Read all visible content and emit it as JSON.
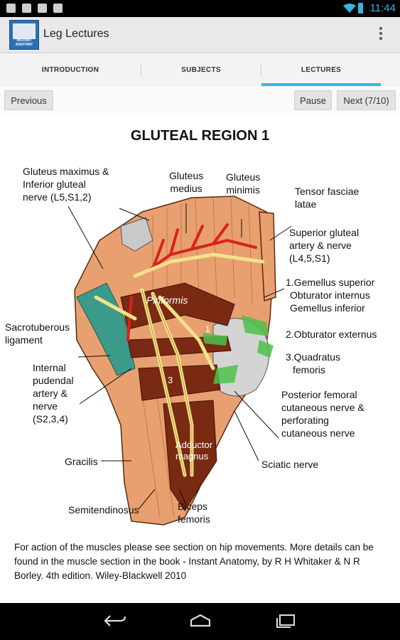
{
  "status_bar": {
    "time": "11:44"
  },
  "action_bar": {
    "title": "Leg Lectures",
    "icon_caption": "INSTANT ANATOMY"
  },
  "tabs": [
    {
      "label": "INTRODUCTION"
    },
    {
      "label": "SUBJECTS"
    },
    {
      "label": "LECTURES"
    }
  ],
  "nav": {
    "previous": "Previous",
    "pause": "Pause",
    "next": "Next (7/10)"
  },
  "diagram": {
    "title": "GLUTEAL REGION 1",
    "inset_labels": {
      "piriformis": "Piriformis",
      "adductor_magnus": "Adductor magnus",
      "three": "3",
      "one": "1"
    },
    "labels": {
      "gluteus_maximus": [
        "Gluteus maximus &",
        "Inferior gluteal",
        "nerve (L5,S1,2)"
      ],
      "gluteus_medius": [
        "Gluteus",
        "medius"
      ],
      "gluteus_minimis": [
        "Gluteus",
        "minimis"
      ],
      "tensor_fasciae": [
        "Tensor fasciae",
        "latae"
      ],
      "superior_gluteal": [
        "Superior gluteal",
        "artery & nerve",
        "(L4,5,S1)"
      ],
      "gemellus": [
        "1.Gemellus superior",
        "Obturator internus",
        "Gemellus inferior"
      ],
      "obturator_externus": "2.Obturator externus",
      "quadratus": [
        "3.Quadratus",
        "femoris"
      ],
      "sacrotuberous": [
        "Sacrotuberous",
        "ligament"
      ],
      "internal_pudendal": [
        "Internal",
        "pudendal",
        "artery &",
        "nerve",
        "(S2,3,4)"
      ],
      "posterior_femoral": [
        "Posterior femoral",
        "cutaneous nerve &",
        "perforating",
        "cutaneous nerve"
      ],
      "gracilis": "Gracilis",
      "sciatic": "Sciatic nerve",
      "semitendinosus": "Semitendinosus",
      "biceps": [
        "Biceps",
        "femoris"
      ]
    },
    "caption": "For action of the muscles please see section on hip movements. More details can be found in the muscle section in the book - Instant Anatomy, by R H Whitaker & N R Borley. 4th edition. Wiley-Blackwell 2010"
  },
  "colors": {
    "accent": "#33b5e5",
    "muscle": "#e8a070",
    "muscle_dark": "#7a2a12",
    "nerve": "#f3e28a",
    "artery": "#d8231c",
    "ligament": "#3a9b8a",
    "bone": "#c9c9c9",
    "highlight_green": "#4cc24a"
  }
}
